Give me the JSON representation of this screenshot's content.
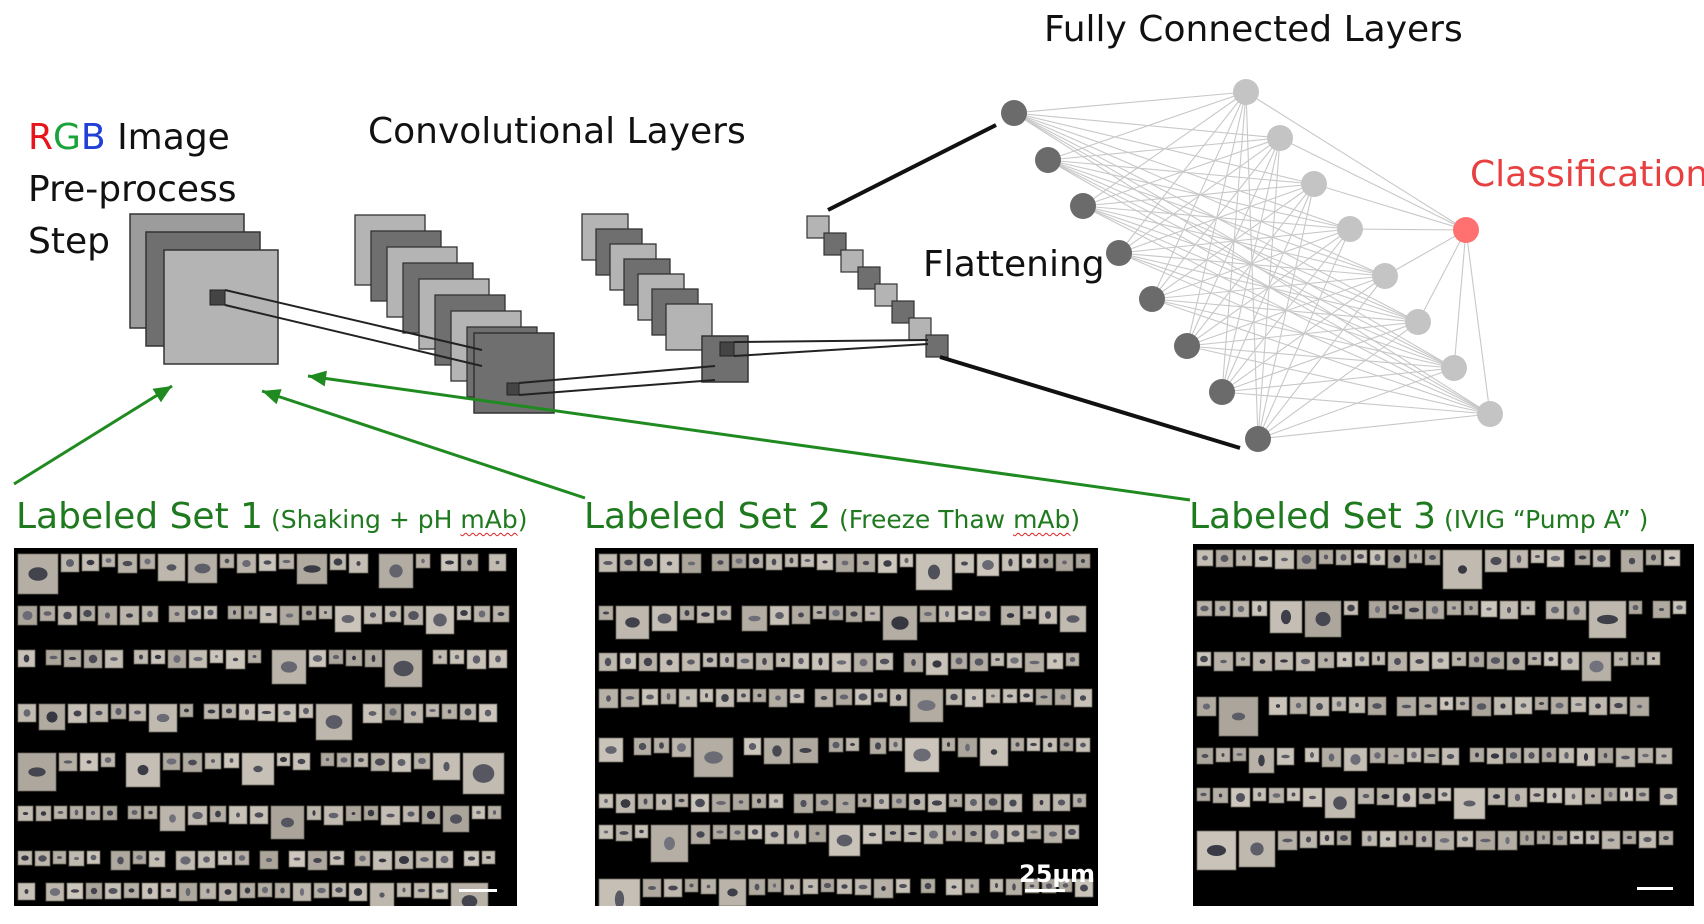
{
  "labels": {
    "rgb_r": "R",
    "rgb_g": "G",
    "rgb_b": "B",
    "rgb_rest": " Image",
    "preprocess": "Pre-process",
    "step": "Step",
    "conv": "Convolutional Layers",
    "fc": "Fully Connected Layers",
    "flattening": "Flattening",
    "classification": "Classification"
  },
  "sets": [
    {
      "main": "Labeled Set 1",
      "sub_prefix": " (Shaking + pH ",
      "sub_flag": "mAb",
      "sub_suffix": ")"
    },
    {
      "main": "Labeled Set 2",
      "sub_prefix": " (Freeze Thaw ",
      "sub_flag": "mAb",
      "sub_suffix": ")"
    },
    {
      "main": "Labeled Set 3",
      "sub_prefix": " (IVIG “Pump A” )",
      "sub_flag": "",
      "sub_suffix": ""
    }
  ],
  "scale_label": "25µm",
  "colors": {
    "red": "#e8141c",
    "green": "#1aa33a",
    "blue": "#1f3fd6",
    "arrow_green": "#1f8a1f",
    "class_red": "#e84040",
    "node_dark": "#6b6b6b",
    "node_light": "#c4c4c4",
    "node_red": "#ff7070"
  }
}
